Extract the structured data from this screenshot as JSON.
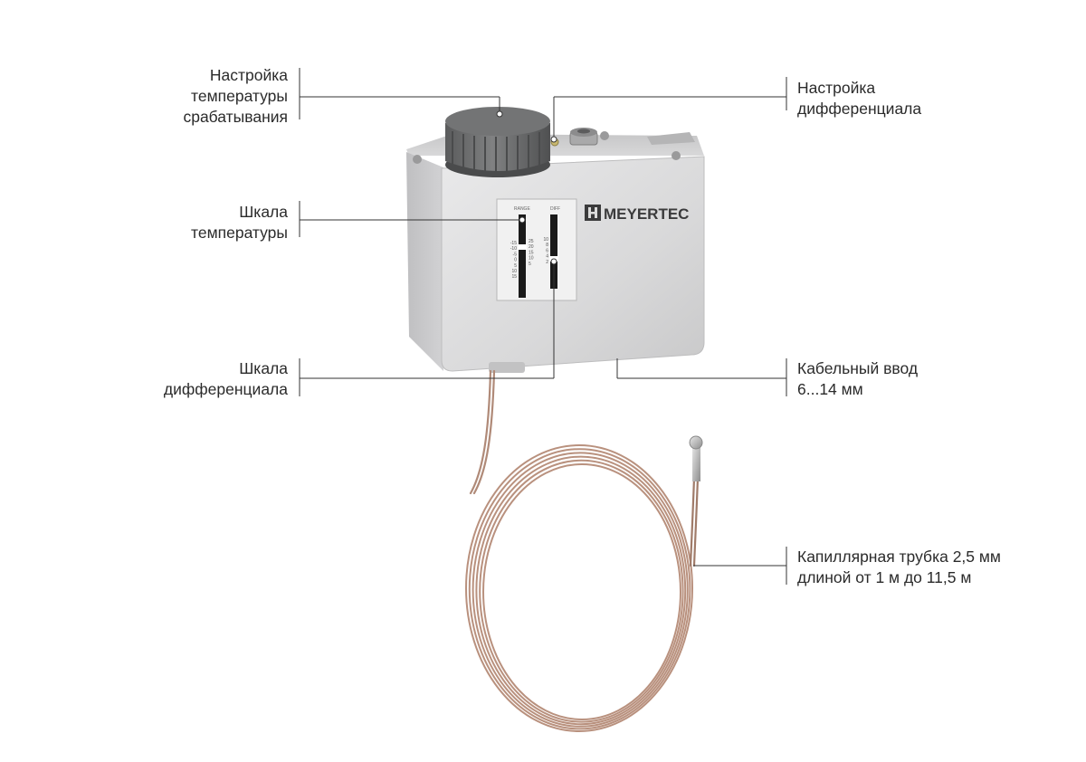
{
  "brand": {
    "name": "MEYERTEC"
  },
  "scale_plate": {
    "range_label": "RANGE",
    "diff_label": "DIFF",
    "range_left_marks": [
      "-15",
      "-10",
      "-5",
      "0",
      "5",
      "10",
      "15"
    ],
    "range_right_marks": [
      "25",
      "20",
      "15",
      "10",
      "5"
    ],
    "diff_marks": [
      "10",
      "8",
      "6",
      "4",
      "2"
    ]
  },
  "callouts": {
    "setpoint": {
      "lines": [
        "Настройка",
        "температуры",
        "срабатывания"
      ]
    },
    "differential_adjust": {
      "lines": [
        "Настройка",
        "дифференциала"
      ]
    },
    "temp_scale": {
      "lines": [
        "Шкала",
        "температуры"
      ]
    },
    "diff_scale": {
      "lines": [
        "Шкала",
        "дифференциала"
      ]
    },
    "cable_entry": {
      "lines": [
        "Кабельный ввод",
        "6...14 мм"
      ]
    },
    "capillary": {
      "lines": [
        "Капиллярная трубка 2,5 мм",
        "длиной от 1 м до 11,5 м"
      ]
    }
  },
  "colors": {
    "housing": "#dcdcdc",
    "knob": "#6e6f70",
    "capillary": "#b08a78",
    "leader": "#333333"
  }
}
